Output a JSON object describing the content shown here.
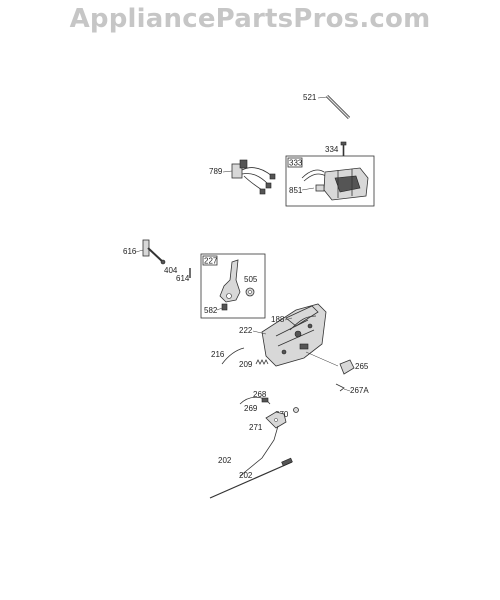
{
  "watermark": "AppliancePartsPros.com",
  "parts": {
    "p521": "521",
    "p334": "334",
    "p333": "333",
    "p789": "789",
    "p851": "851",
    "p616": "616",
    "p227": "227",
    "p505": "505",
    "p404": "404",
    "p614": "614",
    "p582": "582",
    "p188": "188",
    "p222": "222",
    "p216": "216",
    "p209": "209",
    "p265": "265",
    "p267a": "267A",
    "p268": "268",
    "p269": "269",
    "p270": "270",
    "p271": "271",
    "p202a": "202",
    "p202b": "202"
  }
}
